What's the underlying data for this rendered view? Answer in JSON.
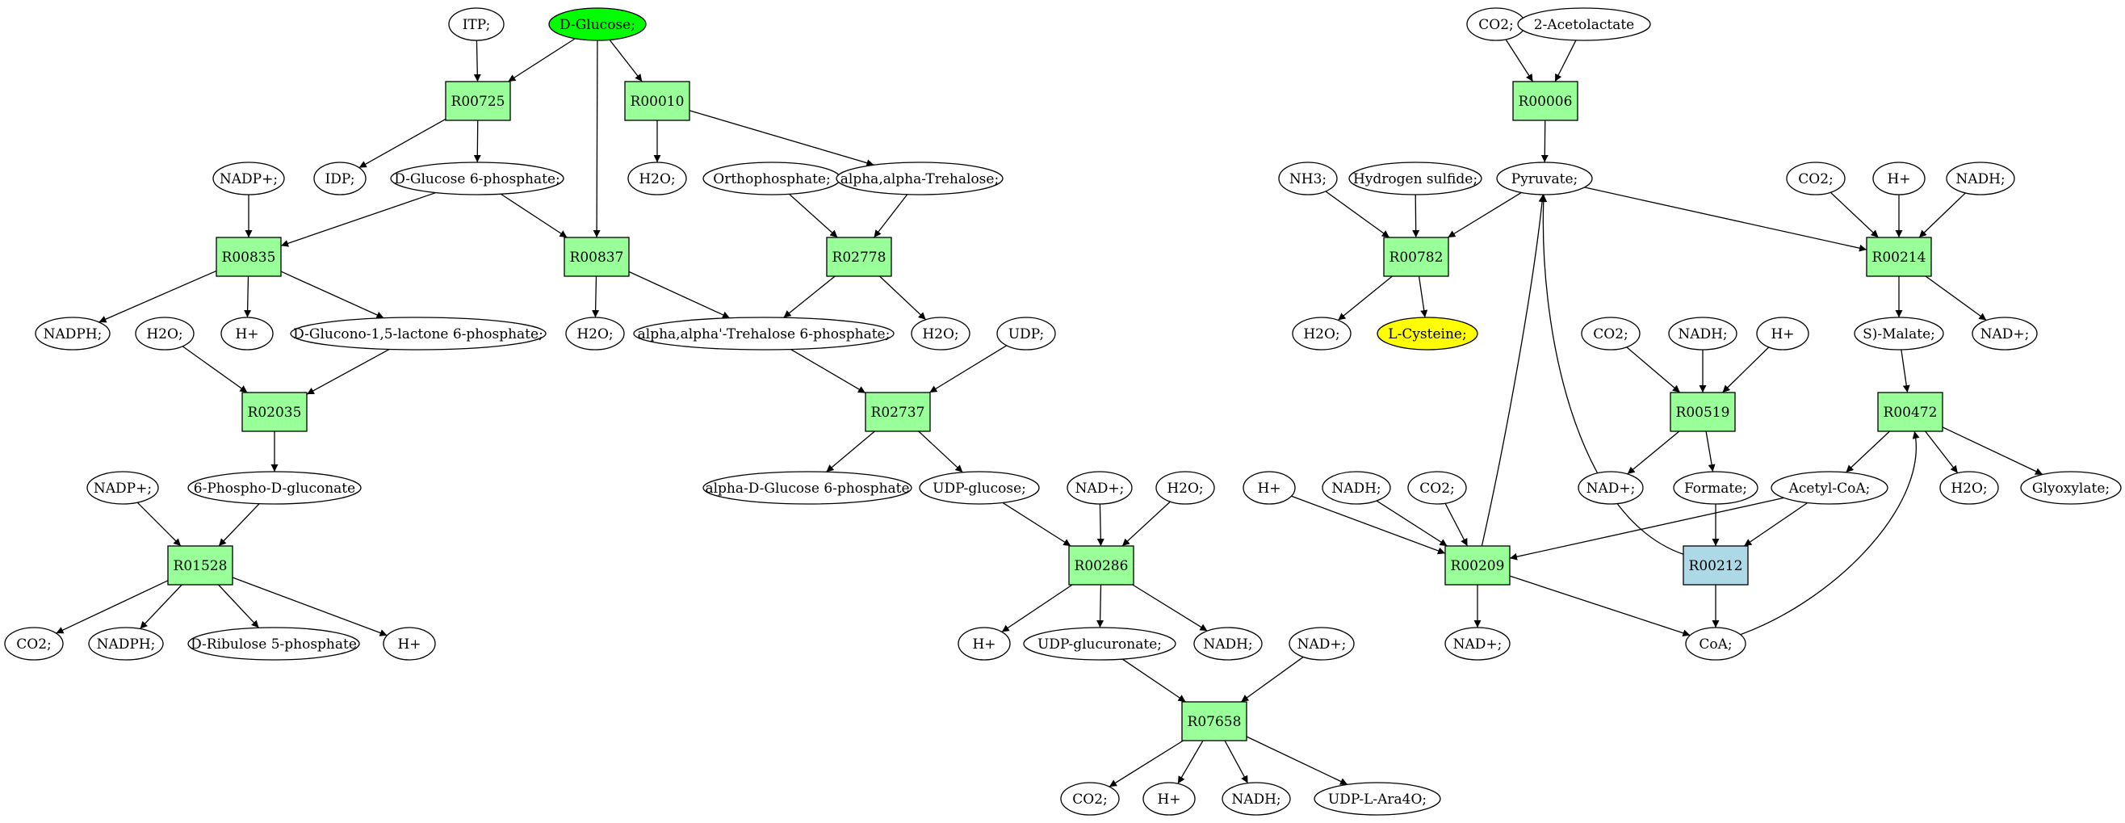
{
  "colors": {
    "metabolite_fill": "#ffffff",
    "start_fill": "#00ff00",
    "target_fill": "#ffff00",
    "reaction_fill": "#99ff99",
    "reaction_alt_fill": "#add8e6",
    "stroke": "#000000"
  },
  "nodes": [
    {
      "id": "itp",
      "label": "ITP;",
      "kind": "metabolite"
    },
    {
      "id": "dglc",
      "label": "D-Glucose;",
      "kind": "start"
    },
    {
      "id": "r00725",
      "label": "R00725",
      "kind": "reaction"
    },
    {
      "id": "r00010",
      "label": "R00010",
      "kind": "reaction"
    },
    {
      "id": "idp",
      "label": "IDP;",
      "kind": "metabolite"
    },
    {
      "id": "g6p",
      "label": "D-Glucose 6-phosphate;",
      "kind": "metabolite"
    },
    {
      "id": "h2o_a",
      "label": "H2O;",
      "kind": "metabolite"
    },
    {
      "id": "ortho",
      "label": "Orthophosphate;",
      "kind": "metabolite"
    },
    {
      "id": "treh",
      "label": "alpha,alpha-Trehalose;",
      "kind": "metabolite"
    },
    {
      "id": "nadp1",
      "label": "NADP+;",
      "kind": "metabolite"
    },
    {
      "id": "r00835",
      "label": "R00835",
      "kind": "reaction"
    },
    {
      "id": "r00837",
      "label": "R00837",
      "kind": "reaction"
    },
    {
      "id": "r02778",
      "label": "R02778",
      "kind": "reaction"
    },
    {
      "id": "nadph1",
      "label": "NADPH;",
      "kind": "metabolite"
    },
    {
      "id": "h2o_b",
      "label": "H2O;",
      "kind": "metabolite"
    },
    {
      "id": "hp1",
      "label": "H+",
      "kind": "metabolite"
    },
    {
      "id": "gl6p",
      "label": "D-Glucono-1,5-lactone 6-phosphate;",
      "kind": "metabolite"
    },
    {
      "id": "h2o_c",
      "label": "H2O;",
      "kind": "metabolite"
    },
    {
      "id": "t6p",
      "label": "alpha,alpha'-Trehalose 6-phosphate;",
      "kind": "metabolite"
    },
    {
      "id": "h2o_d",
      "label": "H2O;",
      "kind": "metabolite"
    },
    {
      "id": "udp",
      "label": "UDP;",
      "kind": "metabolite"
    },
    {
      "id": "r02035",
      "label": "R02035",
      "kind": "reaction"
    },
    {
      "id": "r02737",
      "label": "R02737",
      "kind": "reaction"
    },
    {
      "id": "nadp2",
      "label": "NADP+;",
      "kind": "metabolite"
    },
    {
      "id": "pglc",
      "label": "6-Phospho-D-gluconate",
      "kind": "metabolite"
    },
    {
      "id": "ag6p",
      "label": "alpha-D-Glucose 6-phosphate",
      "kind": "metabolite"
    },
    {
      "id": "udpg",
      "label": "UDP-glucose;",
      "kind": "metabolite"
    },
    {
      "id": "nad1",
      "label": "NAD+;",
      "kind": "metabolite"
    },
    {
      "id": "h2o_e",
      "label": "H2O;",
      "kind": "metabolite"
    },
    {
      "id": "r01528",
      "label": "R01528",
      "kind": "reaction"
    },
    {
      "id": "r00286",
      "label": "R00286",
      "kind": "reaction"
    },
    {
      "id": "co2_1",
      "label": "CO2;",
      "kind": "metabolite"
    },
    {
      "id": "nadph2",
      "label": "NADPH;",
      "kind": "metabolite"
    },
    {
      "id": "ru5p",
      "label": "D-Ribulose 5-phosphate",
      "kind": "metabolite"
    },
    {
      "id": "hp2",
      "label": "H+",
      "kind": "metabolite"
    },
    {
      "id": "hp3",
      "label": "H+",
      "kind": "metabolite"
    },
    {
      "id": "udpgu",
      "label": "UDP-glucuronate;",
      "kind": "metabolite"
    },
    {
      "id": "nadh1",
      "label": "NADH;",
      "kind": "metabolite"
    },
    {
      "id": "nad2",
      "label": "NAD+;",
      "kind": "metabolite"
    },
    {
      "id": "r07658",
      "label": "R07658",
      "kind": "reaction"
    },
    {
      "id": "co2_2",
      "label": "CO2;",
      "kind": "metabolite"
    },
    {
      "id": "hp4",
      "label": "H+",
      "kind": "metabolite"
    },
    {
      "id": "nadh2",
      "label": "NADH;",
      "kind": "metabolite"
    },
    {
      "id": "udpara",
      "label": "UDP-L-Ara4O;",
      "kind": "metabolite"
    },
    {
      "id": "co2_3",
      "label": "CO2;",
      "kind": "metabolite"
    },
    {
      "id": "acl",
      "label": "2-Acetolactate",
      "kind": "metabolite"
    },
    {
      "id": "r00006",
      "label": "R00006",
      "kind": "reaction"
    },
    {
      "id": "nh3",
      "label": "NH3;",
      "kind": "metabolite"
    },
    {
      "id": "h2s",
      "label": "Hydrogen sulfide;",
      "kind": "metabolite"
    },
    {
      "id": "pyr",
      "label": "Pyruvate;",
      "kind": "metabolite"
    },
    {
      "id": "co2_4",
      "label": "CO2;",
      "kind": "metabolite"
    },
    {
      "id": "hp5",
      "label": "H+",
      "kind": "metabolite"
    },
    {
      "id": "nadh3",
      "label": "NADH;",
      "kind": "metabolite"
    },
    {
      "id": "r00782",
      "label": "R00782",
      "kind": "reaction"
    },
    {
      "id": "r00214",
      "label": "R00214",
      "kind": "reaction"
    },
    {
      "id": "h2o_f",
      "label": "H2O;",
      "kind": "metabolite"
    },
    {
      "id": "lcys",
      "label": "L-Cysteine;",
      "kind": "target"
    },
    {
      "id": "co2_5",
      "label": "CO2;",
      "kind": "metabolite"
    },
    {
      "id": "nadh4",
      "label": "NADH;",
      "kind": "metabolite"
    },
    {
      "id": "hp6",
      "label": "H+",
      "kind": "metabolite"
    },
    {
      "id": "smal",
      "label": "S)-Malate;",
      "kind": "metabolite"
    },
    {
      "id": "nad3",
      "label": "NAD+;",
      "kind": "metabolite"
    },
    {
      "id": "r00519",
      "label": "R00519",
      "kind": "reaction"
    },
    {
      "id": "r00472",
      "label": "R00472",
      "kind": "reaction"
    },
    {
      "id": "nad4",
      "label": "NAD+;",
      "kind": "metabolite"
    },
    {
      "id": "form",
      "label": "Formate;",
      "kind": "metabolite"
    },
    {
      "id": "hp7",
      "label": "H+",
      "kind": "metabolite"
    },
    {
      "id": "nadh5",
      "label": "NADH;",
      "kind": "metabolite"
    },
    {
      "id": "co2_6",
      "label": "CO2;",
      "kind": "metabolite"
    },
    {
      "id": "accoa",
      "label": "Acetyl-CoA;",
      "kind": "metabolite"
    },
    {
      "id": "h2o_g",
      "label": "H2O;",
      "kind": "metabolite"
    },
    {
      "id": "glyox",
      "label": "Glyoxylate;",
      "kind": "metabolite"
    },
    {
      "id": "r00209",
      "label": "R00209",
      "kind": "reaction"
    },
    {
      "id": "r00212",
      "label": "R00212",
      "kind": "reaction_alt"
    },
    {
      "id": "nad5",
      "label": "NAD+;",
      "kind": "metabolite"
    },
    {
      "id": "coa",
      "label": "CoA;",
      "kind": "metabolite"
    }
  ],
  "edges": [
    [
      "itp",
      "r00725"
    ],
    [
      "dglc",
      "r00725"
    ],
    [
      "dglc",
      "r00010"
    ],
    [
      "dglc",
      "r00837"
    ],
    [
      "r00725",
      "idp"
    ],
    [
      "r00725",
      "g6p"
    ],
    [
      "r00010",
      "h2o_a"
    ],
    [
      "r00010",
      "treh"
    ],
    [
      "g6p",
      "r00835"
    ],
    [
      "g6p",
      "r00837"
    ],
    [
      "nadp1",
      "r00835"
    ],
    [
      "ortho",
      "r02778"
    ],
    [
      "treh",
      "r02778"
    ],
    [
      "r00835",
      "nadph1"
    ],
    [
      "r00835",
      "hp1"
    ],
    [
      "r00835",
      "gl6p"
    ],
    [
      "r00837",
      "h2o_c"
    ],
    [
      "r00837",
      "t6p"
    ],
    [
      "r02778",
      "t6p"
    ],
    [
      "r02778",
      "h2o_d"
    ],
    [
      "h2o_b",
      "r02035"
    ],
    [
      "gl6p",
      "r02035"
    ],
    [
      "r02035",
      "pglc"
    ],
    [
      "nadp2",
      "r01528"
    ],
    [
      "pglc",
      "r01528"
    ],
    [
      "r01528",
      "co2_1"
    ],
    [
      "r01528",
      "nadph2"
    ],
    [
      "r01528",
      "ru5p"
    ],
    [
      "r01528",
      "hp2"
    ],
    [
      "t6p",
      "r02737"
    ],
    [
      "udp",
      "r02737"
    ],
    [
      "r02737",
      "ag6p"
    ],
    [
      "r02737",
      "udpg"
    ],
    [
      "udpg",
      "r00286"
    ],
    [
      "nad1",
      "r00286"
    ],
    [
      "h2o_e",
      "r00286"
    ],
    [
      "r00286",
      "hp3"
    ],
    [
      "r00286",
      "udpgu"
    ],
    [
      "r00286",
      "nadh1"
    ],
    [
      "udpgu",
      "r07658"
    ],
    [
      "nad2",
      "r07658"
    ],
    [
      "r07658",
      "co2_2"
    ],
    [
      "r07658",
      "hp4"
    ],
    [
      "r07658",
      "nadh2"
    ],
    [
      "r07658",
      "udpara"
    ],
    [
      "co2_3",
      "r00006"
    ],
    [
      "acl",
      "r00006"
    ],
    [
      "r00006",
      "pyr"
    ],
    [
      "nh3",
      "r00782"
    ],
    [
      "h2s",
      "r00782"
    ],
    [
      "pyr",
      "r00782"
    ],
    [
      "r00782",
      "h2o_f"
    ],
    [
      "r00782",
      "lcys"
    ],
    [
      "pyr",
      "r00214"
    ],
    [
      "co2_4",
      "r00214"
    ],
    [
      "hp5",
      "r00214"
    ],
    [
      "nadh3",
      "r00214"
    ],
    [
      "r00214",
      "smal"
    ],
    [
      "r00214",
      "nad3"
    ],
    [
      "co2_5",
      "r00519"
    ],
    [
      "nadh4",
      "r00519"
    ],
    [
      "hp6",
      "r00519"
    ],
    [
      "r00519",
      "nad4"
    ],
    [
      "r00519",
      "form"
    ],
    [
      "smal",
      "r00472"
    ],
    [
      "r00472",
      "accoa"
    ],
    [
      "r00472",
      "h2o_g"
    ],
    [
      "r00472",
      "glyox"
    ],
    [
      "hp7",
      "r00209"
    ],
    [
      "nadh5",
      "r00209"
    ],
    [
      "co2_6",
      "r00209"
    ],
    [
      "accoa",
      "r00209"
    ],
    [
      "r00209",
      "pyr"
    ],
    [
      "r00209",
      "nad5"
    ],
    [
      "r00209",
      "coa"
    ],
    [
      "form",
      "r00212"
    ],
    [
      "accoa",
      "r00212"
    ],
    [
      "r00212",
      "pyr"
    ],
    [
      "r00212",
      "coa"
    ],
    [
      "coa",
      "r00472"
    ]
  ]
}
